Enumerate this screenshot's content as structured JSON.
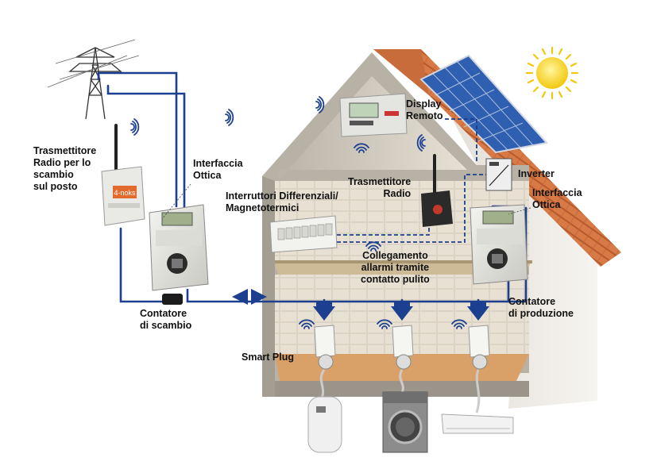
{
  "labels": {
    "trasmettitore_scambio": "Trasmettitore\nRadio per lo\nscambio\nsul posto",
    "interfaccia_ottica_left": "Interfaccia\nOttica",
    "contatore_scambio": "Contatore\ndi scambio",
    "display_remoto": "Display\nRemoto",
    "inverter": "Inverter",
    "interfaccia_ottica_right": "Interfaccia\nOttica",
    "trasmettitore_radio": "Trasmettitore\nRadio",
    "interruttori": "Interruttori Differenziali/\nMagnetotermici",
    "collegamento": "Collegamento\nallarmi tramite\ncontatto pulito",
    "contatore_produzione": "Contatore\ndi produzione",
    "smart_plug": "Smart Plug"
  },
  "device_text": {
    "radio_brand": "4-noks"
  },
  "colors": {
    "wire_blue": "#1d3f8f",
    "roof_orange": "#d9763f",
    "wall_beige": "#ddd6c8",
    "sun_yellow": "#f6d21a",
    "panel_blue": "#2f5fb0"
  },
  "icons": [
    "power-pylon-icon",
    "sun-icon",
    "wifi-signal-icon",
    "solar-panel-icon",
    "water-heater-icon",
    "washing-machine-icon",
    "air-conditioner-icon"
  ]
}
